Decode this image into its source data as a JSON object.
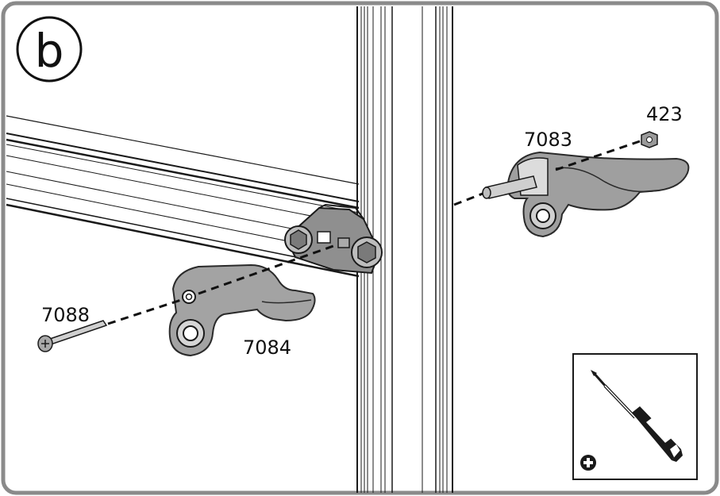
{
  "step_label": "b",
  "parts": {
    "screw": "7088",
    "left_handle": "7084",
    "right_handle": "7083",
    "nut": "423"
  },
  "tool_icon": "phillips-screwdriver-icon",
  "tool_symbol": "plus-icon",
  "colors": {
    "frame_border": "#8a8a8a",
    "part_fill": "#9a9a9a",
    "part_stroke": "#2a2a2a",
    "line": "#1a1a1a"
  }
}
